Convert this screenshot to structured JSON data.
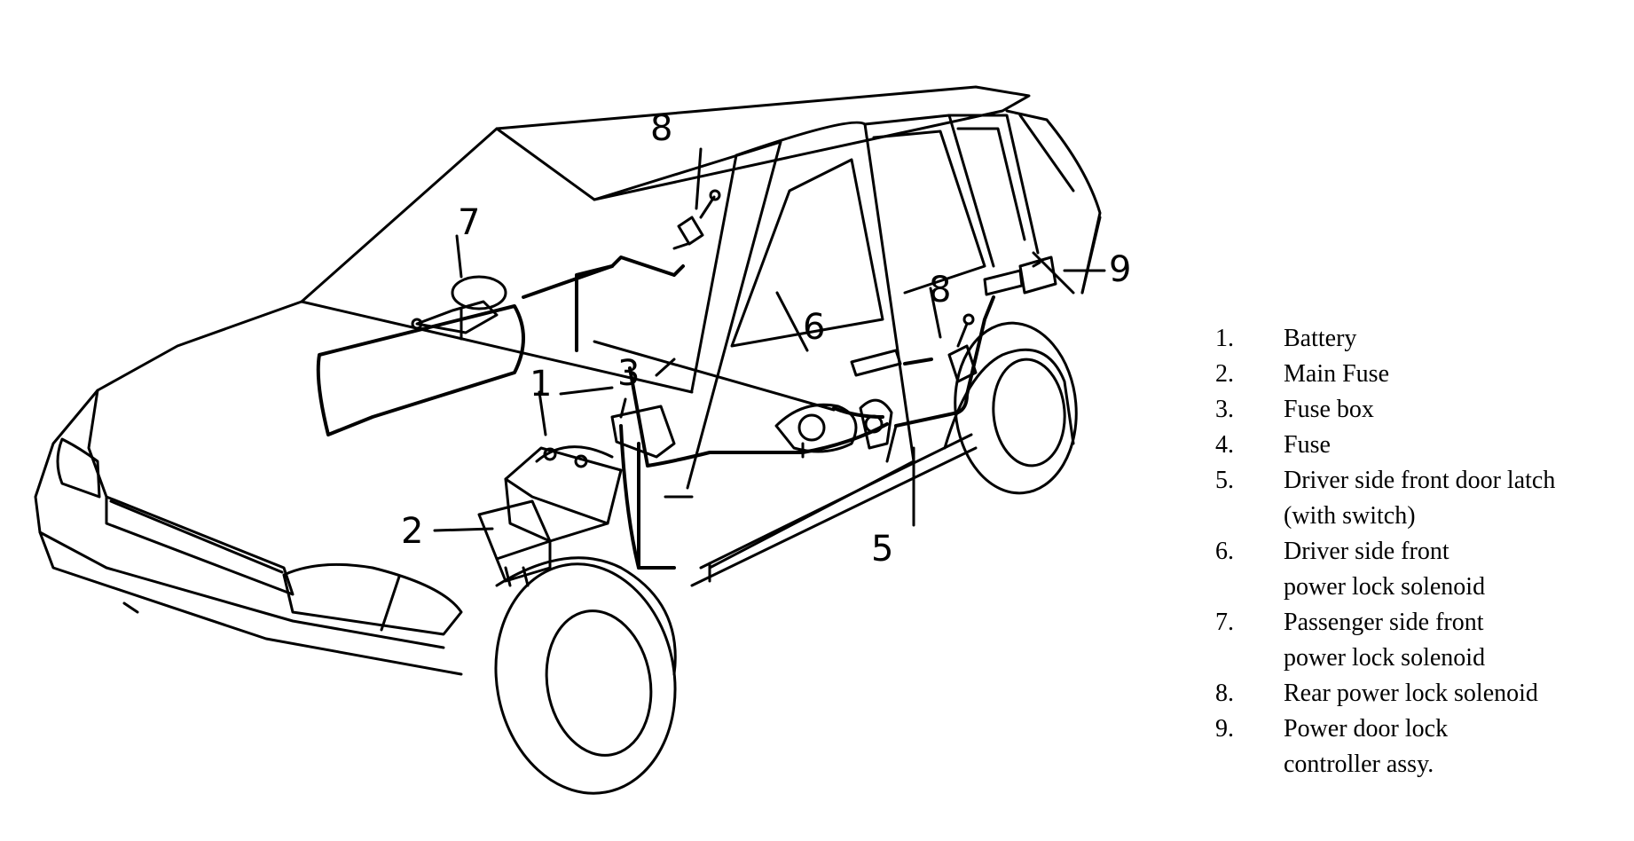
{
  "callouts": {
    "c1": "1",
    "c2": "2",
    "c3": "3",
    "c5": "5",
    "c6": "6",
    "c7": "7",
    "c8a": "8",
    "c8b": "8",
    "c9": "9"
  },
  "legend": [
    {
      "num": "1.",
      "lines": [
        "Battery"
      ]
    },
    {
      "num": "2.",
      "lines": [
        "Main Fuse"
      ]
    },
    {
      "num": "3.",
      "lines": [
        "Fuse box"
      ]
    },
    {
      "num": "4.",
      "lines": [
        "Fuse"
      ]
    },
    {
      "num": "5.",
      "lines": [
        "Driver side front door latch",
        "(with switch)"
      ]
    },
    {
      "num": "6.",
      "lines": [
        "Driver side front",
        "power lock solenoid"
      ]
    },
    {
      "num": "7.",
      "lines": [
        "Passenger side front",
        "power lock solenoid"
      ]
    },
    {
      "num": "8.",
      "lines": [
        "Rear power lock solenoid"
      ]
    },
    {
      "num": "9.",
      "lines": [
        "Power door lock",
        "controller assy."
      ]
    }
  ]
}
